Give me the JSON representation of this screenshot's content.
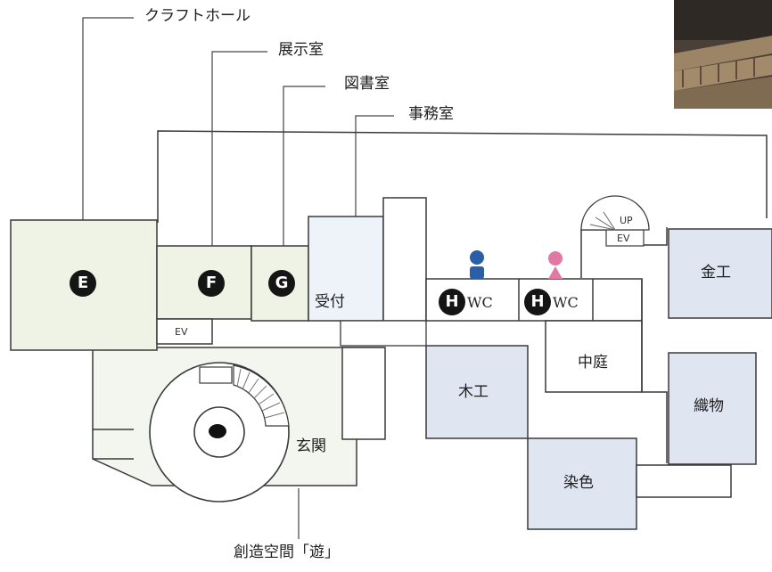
{
  "legend": {
    "craft_hall": "クラフトホール",
    "exhibition_room": "展示室",
    "library": "図書室",
    "office": "事務室"
  },
  "markers": {
    "e": "E",
    "f": "F",
    "g": "G",
    "h": "H"
  },
  "rooms": {
    "reception": "受付",
    "wc": "WC",
    "courtyard": "中庭",
    "woodwork": "木工",
    "metalwork": "金工",
    "weaving": "織物",
    "dyeing": "染色",
    "entrance": "玄関",
    "creative_space": "創造空間「遊」"
  },
  "fixtures": {
    "elevator": "EV",
    "stairs_up": "UP"
  },
  "colors": {
    "craft_area": "#eef3e6",
    "reception_area": "#eef3fa",
    "workshop": "#dfe5f1",
    "male_icon": "#2a5fa8",
    "female_icon": "#e07aa4",
    "wall": "#3a3a3a"
  }
}
